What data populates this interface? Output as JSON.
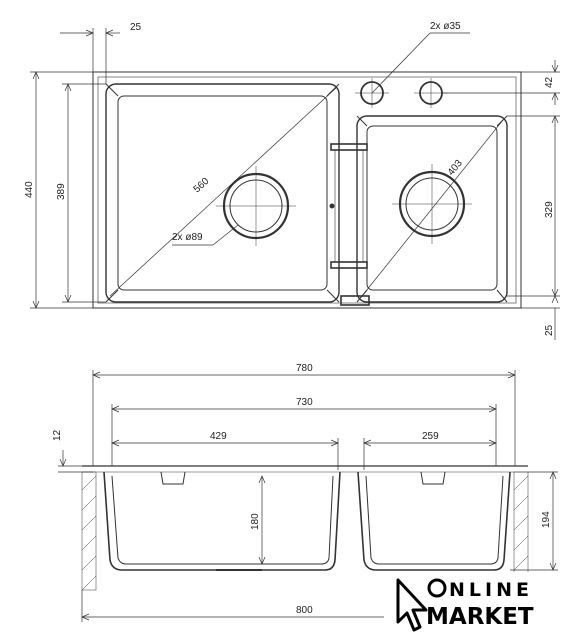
{
  "top_view": {
    "dims": {
      "d25_top": "25",
      "d35": "2x ø35",
      "d42": "42",
      "d440": "440",
      "d389": "389",
      "d560": "560",
      "d403": "403",
      "d89": "2x ø89",
      "d329": "329",
      "d25_right": "25"
    }
  },
  "section_view": {
    "dims": {
      "d780": "780",
      "d730": "730",
      "d12": "12",
      "d429": "429",
      "d259": "259",
      "d180": "180",
      "d194": "194",
      "d800": "800"
    }
  },
  "logo": {
    "line1": "NLINE",
    "line2": "MARKET"
  }
}
